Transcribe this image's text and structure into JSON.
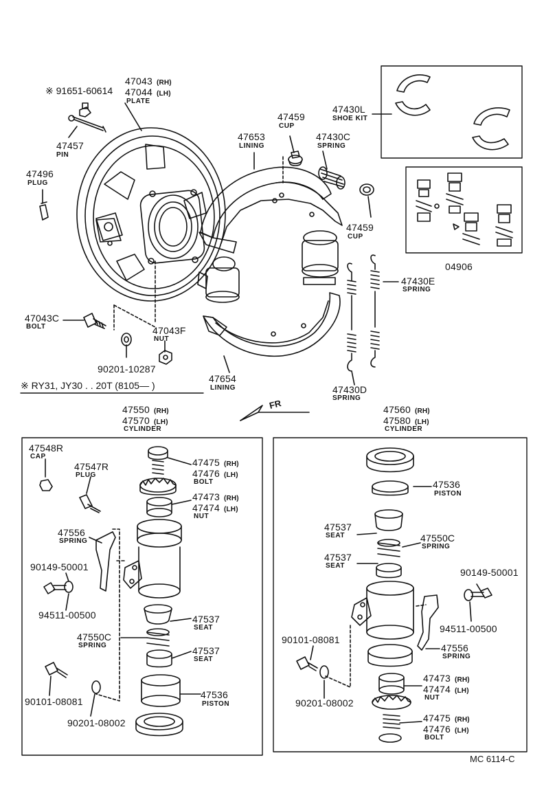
{
  "labels": {
    "note_91651": "※ 91651-60614",
    "p47043": "47043",
    "p47044": "47044",
    "rh": "(RH)",
    "lh": "(LH)",
    "plate": "PLATE",
    "p47457": "47457",
    "pin": "PIN",
    "p47496": "47496",
    "plug": "PLUG",
    "p47653": "47653",
    "lining": "LINING",
    "p47459a": "47459",
    "cup": "CUP",
    "p47430c": "47430C",
    "spring": "SPRING",
    "p47459b": "47459",
    "p47430l": "47430L",
    "shoe_kit": "SHOE KIT",
    "p04906": "04906",
    "p47430e": "47430E",
    "p47043c": "47043C",
    "bolt": "BOLT",
    "p47043f": "47043F",
    "nut": "NUT",
    "p90201_10287": "90201-10287",
    "p47654": "47654",
    "p47430d": "47430D",
    "footnote": "※ RY31, JY30 . . 20T (8105—      )",
    "fr": "FR",
    "p47550": "47550",
    "p47570": "47570",
    "cylinder": "CYLINDER",
    "p47560": "47560",
    "p47580": "47580",
    "p47548r": "47548R",
    "cap": "CAP",
    "p47547r": "47547R",
    "p47475": "47475",
    "p47476": "47476",
    "p47473": "47473",
    "p47474": "47474",
    "p47556": "47556",
    "p90149_50001": "90149-50001",
    "p94511_00500": "94511-00500",
    "p47537": "47537",
    "seat": "SEAT",
    "p47550c": "47550C",
    "p90101_08081": "90101-08081",
    "p90201_08002": "90201-08002",
    "p47536": "47536",
    "piston": "PISTON",
    "code": "MC  6114-C"
  }
}
